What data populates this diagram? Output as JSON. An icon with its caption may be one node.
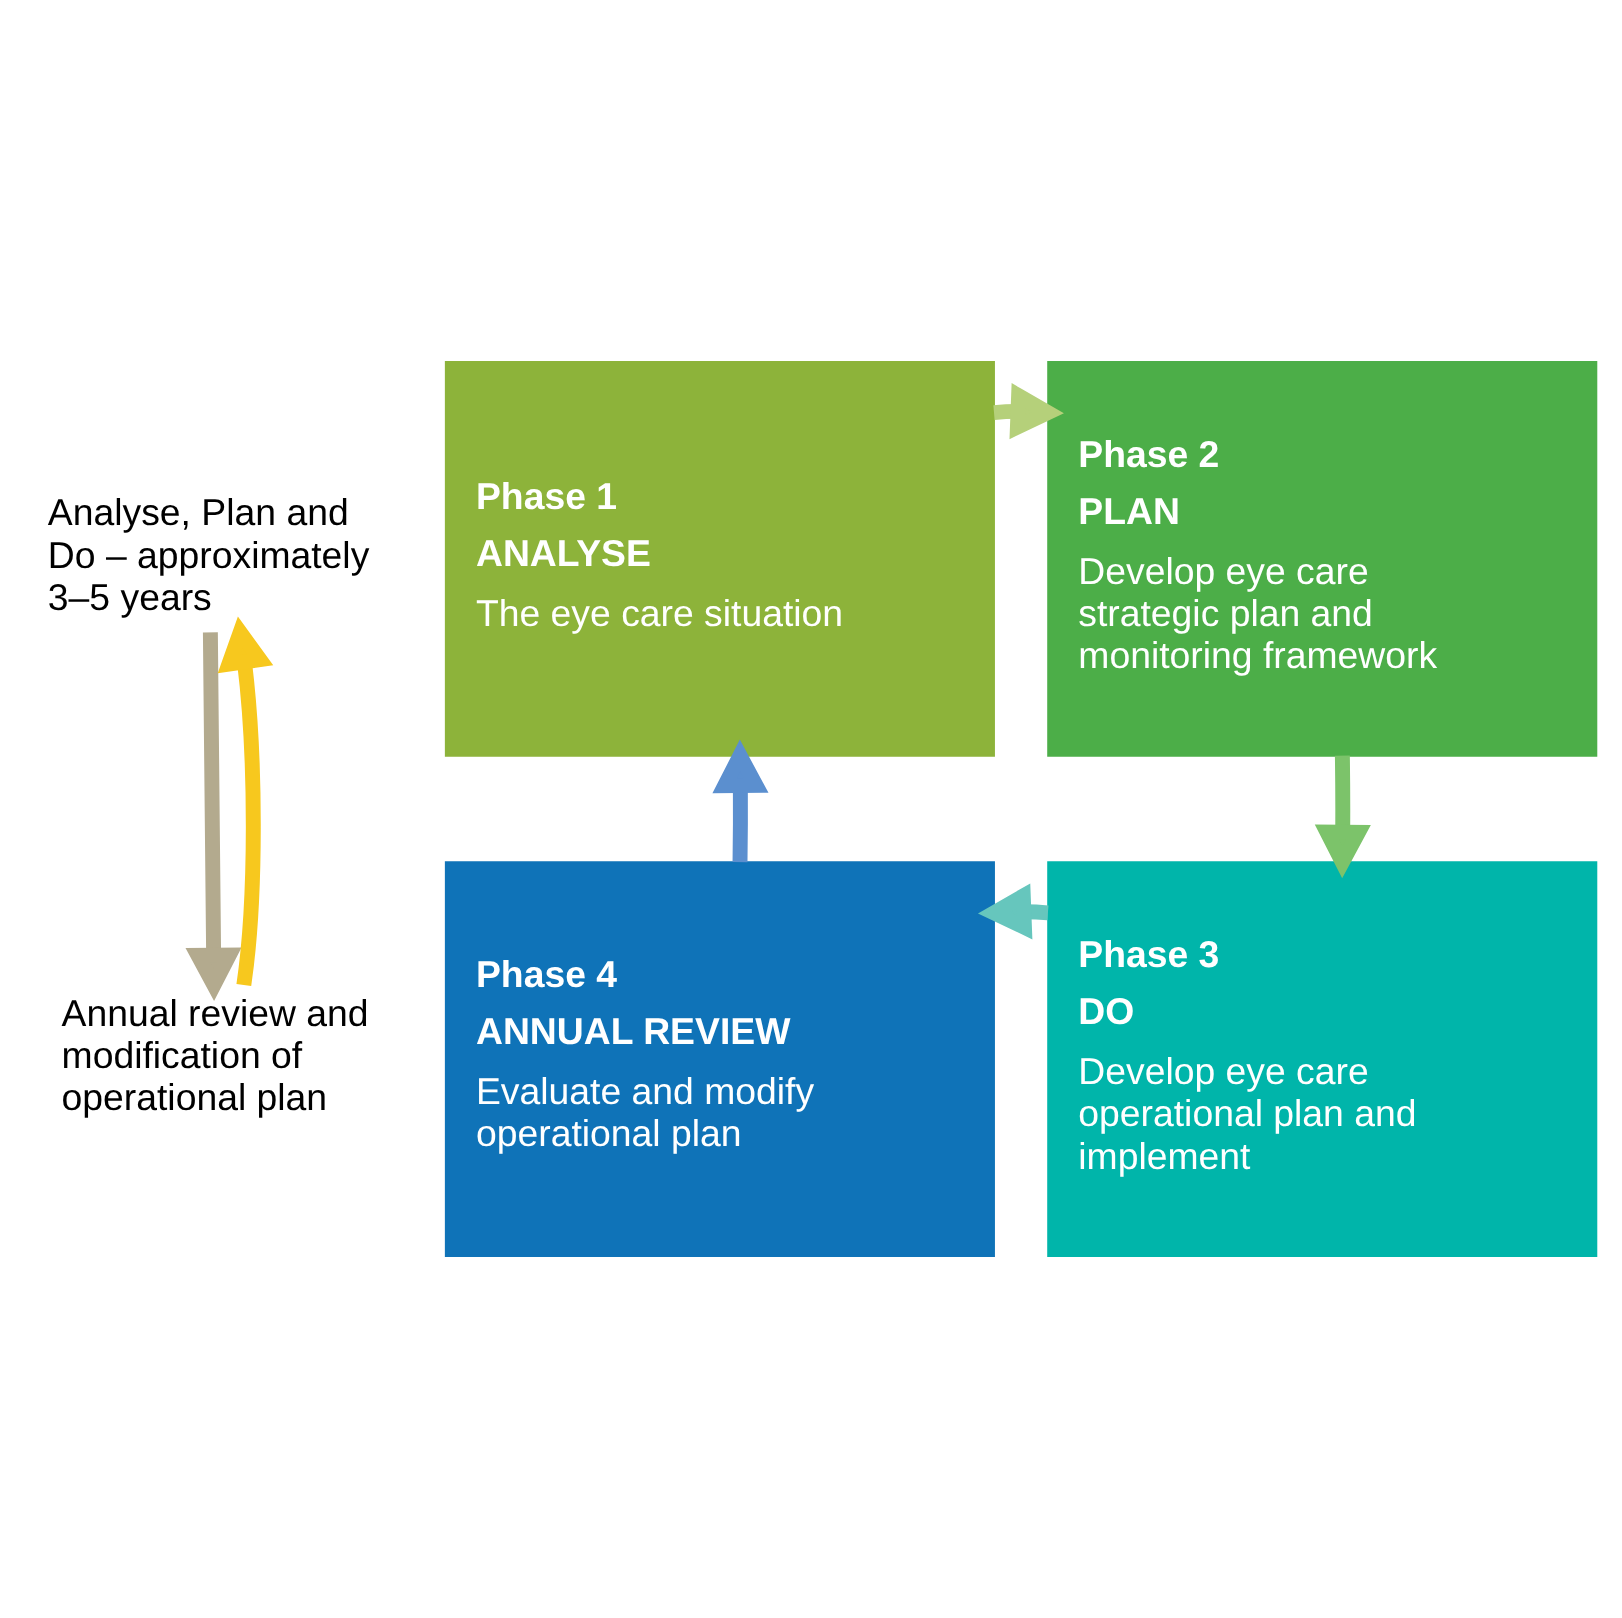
{
  "diagram": {
    "nodes": [
      {
        "text": [
          "Phase 1",
          "ANALYSE",
          "The eye care situation"
        ]
      },
      {
        "text": [
          "Phase 2",
          "PLAN",
          "Develop eye care strategic plan and monitoring framework"
        ]
      },
      {
        "text": [
          "Phase 3",
          "DO",
          "Develop eye care operational plan and implement"
        ]
      },
      {
        "text": [
          "Phase 4",
          "ANNUAL REVIEW",
          "Evaluate and modify operational plan"
        ]
      },
      {
        "text": [
          "Analyse, Plan and Do – approximately 3–5 years"
        ]
      },
      {
        "text": [
          "Annual review and modification of operational plan"
        ]
      }
    ],
    "edges": [
      {
        "from": 0,
        "to": 1,
        "arrow": "to",
        "color": "#b5d07a"
      },
      {
        "from": 1,
        "to": 2,
        "arrow": "to",
        "color": "#7cc36a"
      },
      {
        "from": 2,
        "to": 3,
        "arrow": "to",
        "color": "#66c6bd"
      },
      {
        "from": 3,
        "to": 0,
        "arrow": "to",
        "color": "#5b8fcf"
      },
      {
        "from": 4,
        "to": 5,
        "arrow": "to",
        "color": "#b3aa8e"
      },
      {
        "from": 5,
        "to": 4,
        "arrow": "to",
        "color": "#f7c81e"
      }
    ]
  }
}
